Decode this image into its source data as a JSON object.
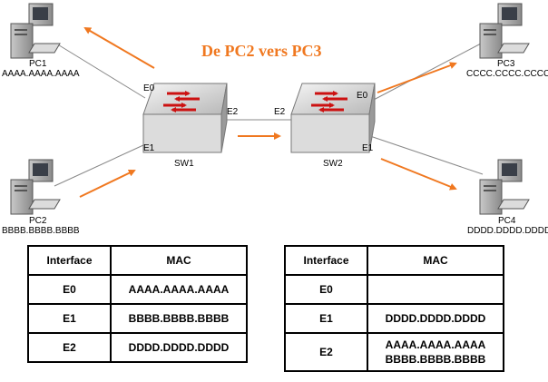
{
  "title": "De PC2 vers PC3",
  "pcs": {
    "pc1": {
      "name": "PC1",
      "mac": "AAAA.AAAA.AAAA"
    },
    "pc2": {
      "name": "PC2",
      "mac": "BBBB.BBBB.BBBB"
    },
    "pc3": {
      "name": "PC3",
      "mac": "CCCC.CCCC.CCCC"
    },
    "pc4": {
      "name": "PC4",
      "mac": "DDDD.DDDD.DDDD"
    }
  },
  "switches": {
    "sw1": {
      "name": "SW1",
      "ports": {
        "e0": "E0",
        "e1": "E1",
        "e2": "E2"
      }
    },
    "sw2": {
      "name": "SW2",
      "ports": {
        "e0": "E0",
        "e1": "E1",
        "e2": "E2"
      }
    }
  },
  "colors": {
    "arrow": "#f07820",
    "title": "#f07820",
    "switch_arrow": "#cc1111"
  },
  "table_sw1": {
    "headers": [
      "Interface",
      "MAC"
    ],
    "rows": [
      {
        "iface": "E0",
        "mac": [
          "AAAA.AAAA.AAAA"
        ]
      },
      {
        "iface": "E1",
        "mac": [
          "BBBB.BBBB.BBBB"
        ]
      },
      {
        "iface": "E2",
        "mac": [
          "DDDD.DDDD.DDDD"
        ]
      }
    ]
  },
  "table_sw2": {
    "headers": [
      "Interface",
      "MAC"
    ],
    "rows": [
      {
        "iface": "E0",
        "mac": []
      },
      {
        "iface": "E1",
        "mac": [
          "DDDD.DDDD.DDDD"
        ]
      },
      {
        "iface": "E2",
        "mac": [
          "AAAA.AAAA.AAAA",
          "BBBB.BBBB.BBBB"
        ]
      }
    ]
  }
}
